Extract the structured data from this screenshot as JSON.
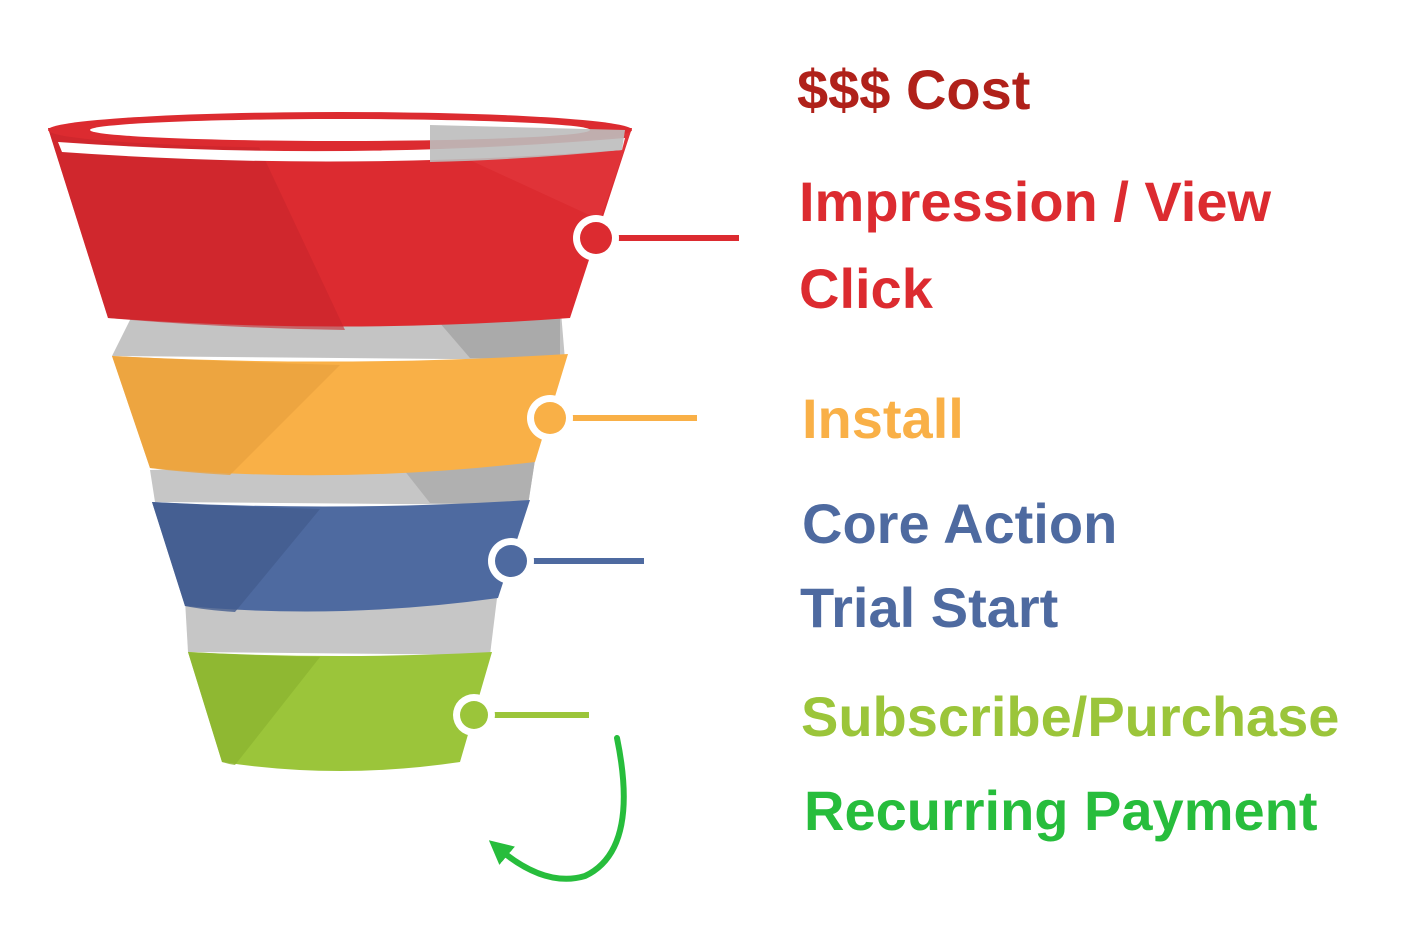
{
  "labels": {
    "cost": "$$$ Cost",
    "impression": "Impression / View",
    "click": "Click",
    "install": "Install",
    "core_action": "Core Action",
    "trial_start": "Trial Start",
    "subscribe": "Subscribe/Purchase",
    "recurring": "Recurring Payment"
  },
  "colors": {
    "cost": "#b0211a",
    "red_stage": "#dc2b30",
    "orange_stage": "#f9b047",
    "blue_stage": "#4e6aa0",
    "green_stage": "#9bc53a",
    "recurring": "#27bd3c",
    "grey_band": "#bdbdbd"
  }
}
